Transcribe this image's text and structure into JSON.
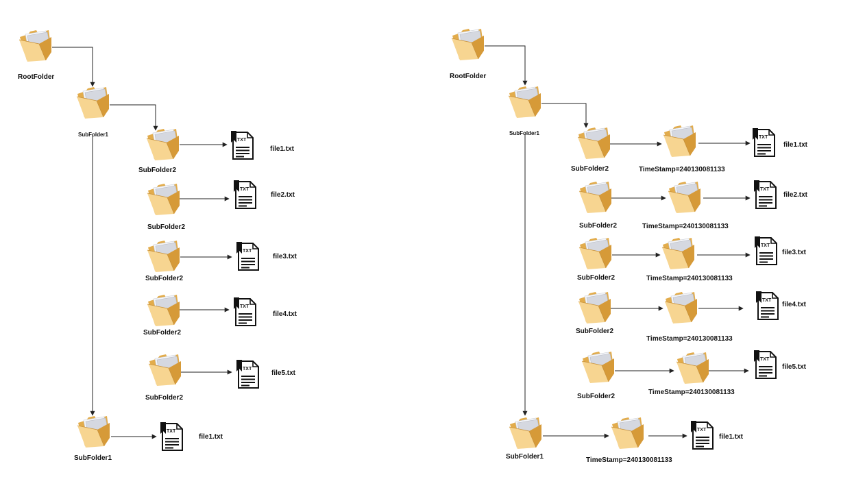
{
  "colors": {
    "folder_back": "#e2ac4c",
    "folder_front": "#f7d591",
    "folder_shade": "#d69a38",
    "paper": "#d5d8e0",
    "wire": "#222222",
    "ink": "#111111"
  },
  "left_tree": {
    "root": "RootFolder",
    "subfolder1_top": "SubFolder1",
    "subfolder2": [
      "SubFolder2",
      "SubFolder2",
      "SubFolder2",
      "SubFolder2",
      "SubFolder2"
    ],
    "files": [
      "file1.txt",
      "file2.txt",
      "file3.txt",
      "file4.txt",
      "file5.txt"
    ],
    "subfolder1_bottom": "SubFolder1",
    "bottom_file": "file1.txt",
    "txt_badge": "TXT"
  },
  "right_tree": {
    "root": "RootFolder",
    "subfolder1_top": "SubFolder1",
    "subfolder2": [
      "SubFolder2",
      "SubFolder2",
      "SubFolder2",
      "SubFolder2",
      "SubFolder2"
    ],
    "timestamps": [
      "TimeStamp=240130081133",
      "TimeStamp=240130081133",
      "TimeStamp=240130081133",
      "TimeStamp=240130081133",
      "TimeStamp=240130081133"
    ],
    "files": [
      "file1.txt",
      "file2.txt",
      "file3.txt",
      "file4.txt",
      "file5.txt"
    ],
    "subfolder1_bottom": "SubFolder1",
    "bottom_timestamp": "TimeStamp=240130081133",
    "bottom_file": "file1.txt",
    "txt_badge": "TXT"
  }
}
